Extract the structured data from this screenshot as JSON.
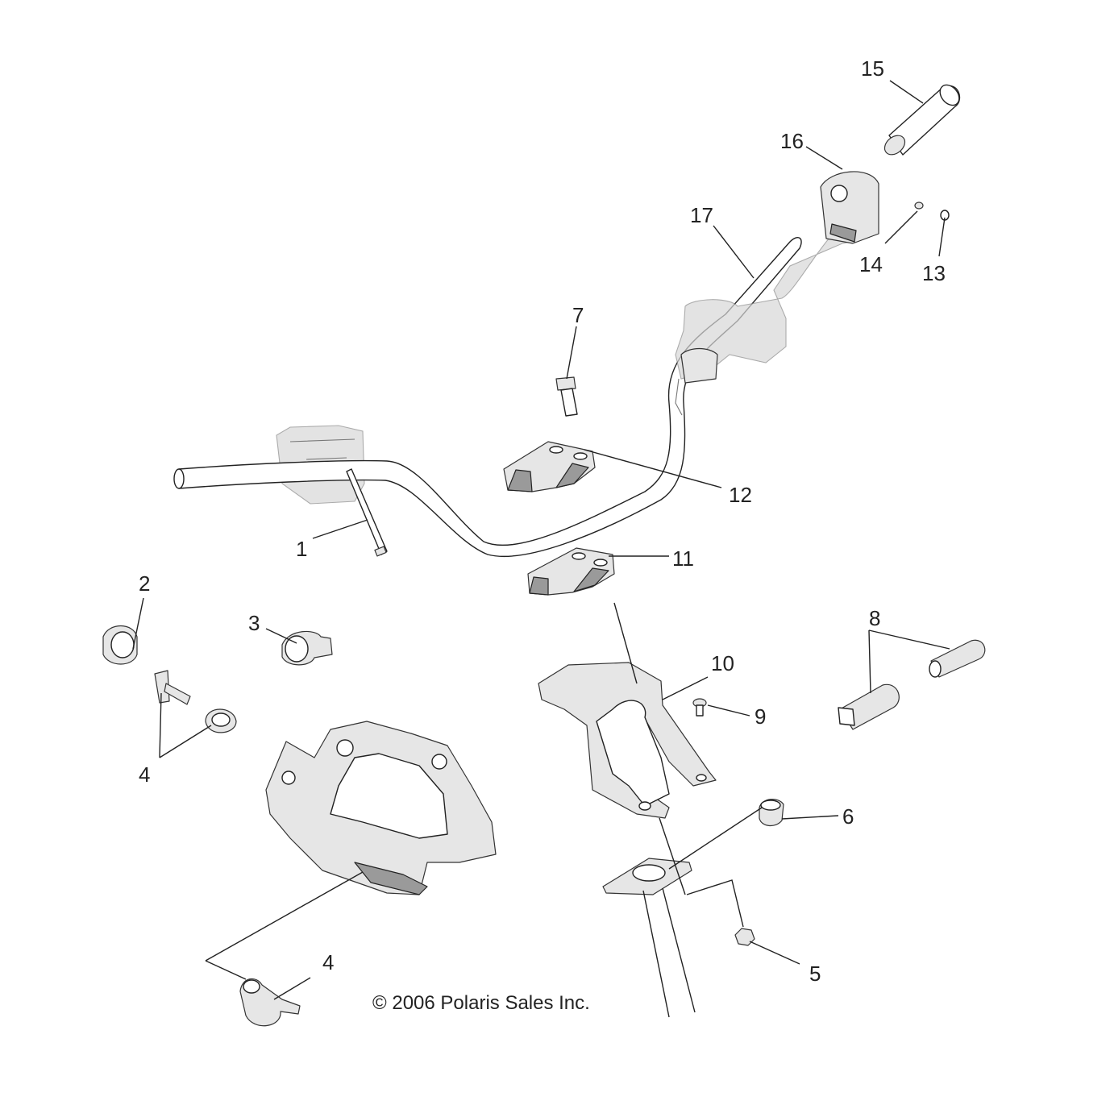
{
  "copyright": "© 2006 Polaris Sales Inc.",
  "callouts": [
    {
      "id": "c1",
      "text": "1"
    },
    {
      "id": "c2",
      "text": "2"
    },
    {
      "id": "c3",
      "text": "3"
    },
    {
      "id": "c4a",
      "text": "4"
    },
    {
      "id": "c4b",
      "text": "4"
    },
    {
      "id": "c5",
      "text": "5"
    },
    {
      "id": "c6",
      "text": "6"
    },
    {
      "id": "c7",
      "text": "7"
    },
    {
      "id": "c8",
      "text": "8"
    },
    {
      "id": "c9",
      "text": "9"
    },
    {
      "id": "c10",
      "text": "10"
    },
    {
      "id": "c11",
      "text": "11"
    },
    {
      "id": "c12",
      "text": "12"
    },
    {
      "id": "c13",
      "text": "13"
    },
    {
      "id": "c14",
      "text": "14"
    },
    {
      "id": "c15",
      "text": "15"
    },
    {
      "id": "c16",
      "text": "16"
    },
    {
      "id": "c17",
      "text": "17"
    }
  ]
}
